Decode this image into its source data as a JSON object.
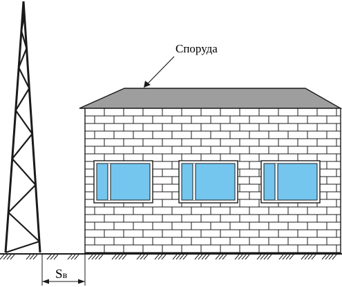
{
  "labels": {
    "structure": "Споруда",
    "distance_main": "S",
    "distance_sub": "в"
  },
  "colors": {
    "line": "#1a1a1a",
    "roof": "#9e9e9e",
    "glass": "#74c6ef",
    "wall": "#ffffff"
  }
}
